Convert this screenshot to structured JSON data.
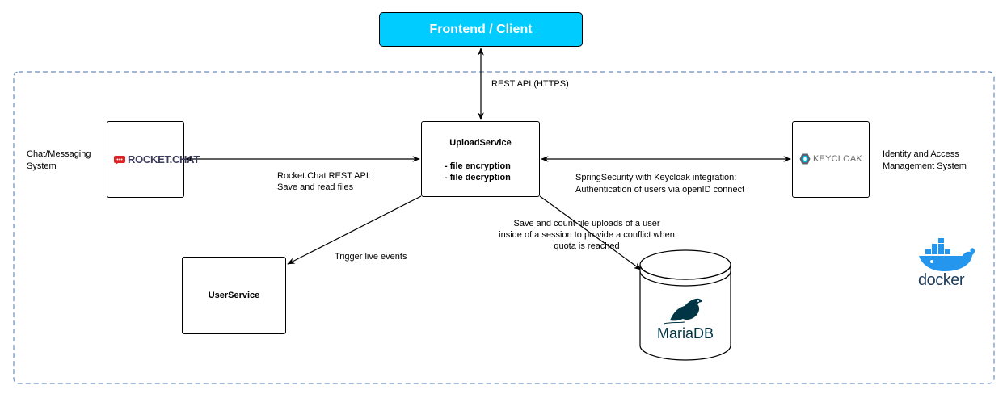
{
  "frontend": {
    "label": "Frontend / Client"
  },
  "edges": {
    "rest_api": "REST API (HTTPS)",
    "rocketchat_api_1": "Rocket.Chat REST API:",
    "rocketchat_api_2": "Save and read files",
    "keycloak_1": "SpringSecurity with Keycloak integration:",
    "keycloak_2": "Authentication of users via openID connect",
    "trigger": "Trigger live events",
    "db_1": "Save and count file uploads of a user",
    "db_2": "inside of a session to provide a conflict when",
    "db_3": "quota is reached"
  },
  "upload_service": {
    "title": "UploadService",
    "feature_1": "- file encryption",
    "feature_2": "- file decryption"
  },
  "user_service": {
    "title": "UserService"
  },
  "rocketchat": {
    "logo_text": "ROCKET.CHAT",
    "desc_1": "Chat/Messaging",
    "desc_2": "System",
    "brand_color": "#db2323"
  },
  "keycloak": {
    "logo_text": "KEYCLOAK",
    "desc_1": "Identity and Access",
    "desc_2": "Management System"
  },
  "mariadb": {
    "logo_text": "MariaDB",
    "brand_color": "#003545"
  },
  "docker": {
    "logo_text": "docker",
    "brand_color": "#2496ed"
  },
  "colors": {
    "frontend_fill": "#00ccff",
    "boundary": "#6c8ebf"
  }
}
